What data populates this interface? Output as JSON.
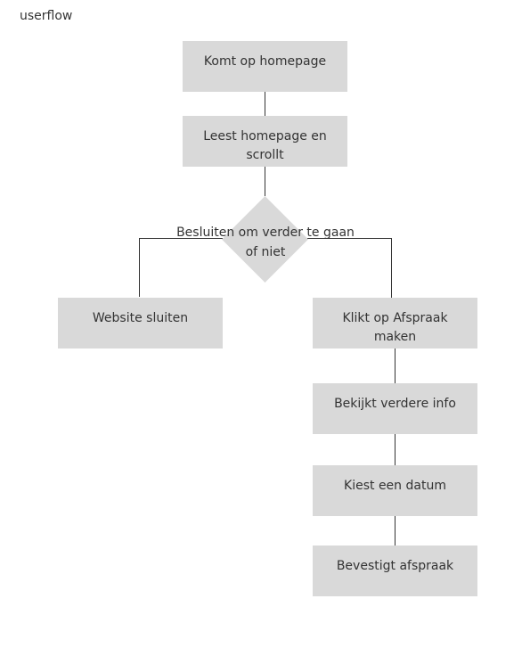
{
  "title": "userflow",
  "colors": {
    "box_fill": "#d9d9d9",
    "text": "#333333",
    "line": "#333333"
  },
  "nodes": {
    "start": "Komt op homepage",
    "read": "Leest homepage en scrollt",
    "decision": "Besluiten om verder te gaan of niet",
    "close": "Website sluiten",
    "click": "Klikt op Afspraak maken",
    "info": "Bekijkt verdere info",
    "date": "Kiest een datum",
    "confirm": "Bevestigt afspraak"
  }
}
